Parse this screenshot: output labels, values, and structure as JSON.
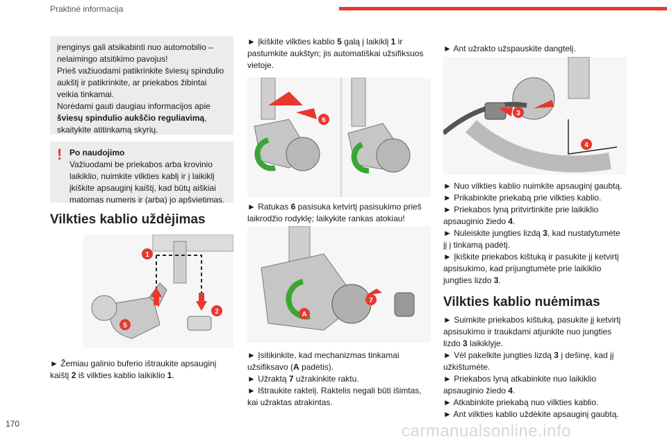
{
  "header": {
    "section_title": "Praktinė informacija"
  },
  "page_number": "170",
  "watermark": "carmanualsonline.info",
  "col1": {
    "info_box_lines": [
      "įrenginys gali atsikabinti nuo automobilio –",
      "nelaimingo atsitikimo pavojus!",
      "Prieš važiuodami patikrinkite šviesų spindulio",
      "aukštį ir patikrinkite, ar priekabos žibintai",
      "veikia tinkamai.",
      "Norėdami gauti daugiau informacijos apie"
    ],
    "info_box_bold": "šviesų spindulio aukščio reguliavimą",
    "info_box_tail_1": ",",
    "info_box_tail_2": "skaitykite atitinkamą skyrių.",
    "warn_icon": "!",
    "warning_title": "Po naudojimo",
    "warning_lines": [
      "Važiuodami be priekabos arba krovinio",
      "laikiklio, nuimkite vilkties kablį ir į laikiklį",
      "įkiškite apsauginį kaištį, kad būtų aiškiai",
      "matomas numeris ir (arba) jo apšvietimas."
    ],
    "section_title": "Vilkties kablio uždėjimas",
    "fig1_labels": [
      "1",
      "2",
      "5"
    ],
    "step_a_prefix": "► Žemiau galinio buferio ištraukite apsauginį",
    "step_a_line2_pre": "kaištį ",
    "step_a_num1": "2",
    "step_a_line2_mid": " iš vilkties kablio laikiklio ",
    "step_a_num2": "1",
    "step_a_line2_end": "."
  },
  "col2": {
    "step1_line1_pre": "► Įkiškite vilkties kablio ",
    "step1_num1": "5",
    "step1_line1_mid": " galą į laikiklį ",
    "step1_num2": "1",
    "step1_line1_end": " ir",
    "step1_line2": "pastumkite aukštyn; jis automatiškai užsifiksuos",
    "step1_line3": "vietoje.",
    "fig2_labels": [
      "6"
    ],
    "step2_line1_pre": "► Ratukas ",
    "step2_num": "6",
    "step2_line1_end": " pasisuka ketvirtį pasisukimo prieš",
    "step2_line2": "laikrodžio rodyklę; laikykite rankas atokiau!",
    "fig3_labels": [
      "7",
      "A"
    ],
    "step3_line1": "► Įsitikinkite, kad mechanizmas tinkamai",
    "step3_line2_pre": "užsifiksavo (",
    "step3_letter": "A",
    "step3_line2_end": " padėtis).",
    "step4_pre": "► Užraktą ",
    "step4_num": "7",
    "step4_end": " užrakinkite raktu.",
    "step5_line1": "► Ištraukite raktelį.  Raktelis negali būti išimtas,",
    "step5_line2": "kai užraktas atrakintas."
  },
  "col3": {
    "step1": "► Ant užrakto užspauskite dangtelį.",
    "fig4_labels": [
      "3",
      "4"
    ],
    "steps_b": [
      "► Nuo vilkties kablio nuimkite apsauginį gaubtą.",
      "► Prikabinkite priekabą prie vilkties kablio.",
      "► Priekabos lyną pritvirtinkite prie laikiklio"
    ],
    "step_b3_line2_pre": "apsauginio žiedo ",
    "step_b3_num": "4",
    "step_b3_end": ".",
    "step_b4_line1_pre": "► Nuleiskite jungties lizdą ",
    "step_b4_num": "3",
    "step_b4_line1_end": ", kad nustatytumėte",
    "step_b4_line2": "jį į tinkamą padėtį.",
    "step_b5_line1": "► Įkiškite priekabos kištuką ir pasukite jį ketvirtį",
    "step_b5_line2": "apsisukimo, kad prijungtumėte prie laikiklio",
    "step_b5_line3_pre": "jungties lizdo ",
    "step_b5_num": "3",
    "step_b5_end": ".",
    "section_title": "Vilkties kablio nuėmimas",
    "rm1_line1": "► Suimkite priekabos kištuką, pasukite jį ketvirtį",
    "rm1_line2": "apsisukimo ir traukdami atjunkite nuo jungties",
    "rm1_line3_pre": "lizdo ",
    "rm1_num": "3",
    "rm1_end": " laikiklyje.",
    "rm2_line1_pre": "► Vėl pakelkite jungties lizdą ",
    "rm2_num": "3",
    "rm2_line1_end": " į dešinę, kad jį",
    "rm2_line2": "užkištumėte.",
    "rm3_line1": "► Priekabos lyną atkabinkite nuo laikiklio",
    "rm3_line2_pre": "apsauginio žiedo ",
    "rm3_num": "4",
    "rm3_end": ".",
    "rm4": "► Atkabinkite priekabą nuo vilkties kablio.",
    "rm5": "► Ant vilkties kablio uždėkite apsauginį gaubtą."
  },
  "colors": {
    "accent": "#e8372f",
    "box": "#ececec",
    "arrow_green": "#3aa635"
  }
}
